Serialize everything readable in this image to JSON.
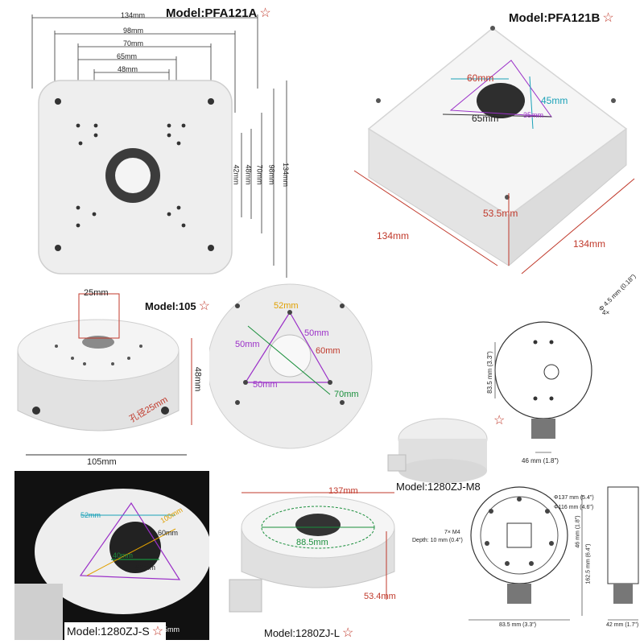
{
  "star": "☆",
  "pfa121a": {
    "model": "Model:PFA121A",
    "dims_h": [
      "134mm",
      "98mm",
      "70mm",
      "65mm",
      "48mm"
    ],
    "dims_v": [
      "42mm",
      "48mm",
      "70mm",
      "98mm",
      "134mm"
    ]
  },
  "pfa121b": {
    "model": "Model:PFA121B",
    "d60": "60mm",
    "d45": "45mm",
    "d65": "65mm",
    "d35": "35mm",
    "height": "53.5mm",
    "width_left": "134mm",
    "width_right": "134mm"
  },
  "m105": {
    "model": "Model:105",
    "hole_top": "25mm",
    "height": "48mm",
    "hole_side": "孔径25mm",
    "diameter": "105mm",
    "d52": "52mm",
    "d50a": "50mm",
    "d50b": "50mm",
    "d60": "60mm",
    "d50c": "50mm",
    "d70": "70mm"
  },
  "m8": {
    "model": "Model:1280ZJ-M8",
    "holes": "4×",
    "hole_dia": "Φ 4.5 mm (0.18\")",
    "spacing_v": "83.5 mm (3.3\")",
    "spacing_h": "46 mm (1.8\")"
  },
  "zjs": {
    "model": "Model:1280ZJ-S",
    "d52": "52mm",
    "d100": "100mm",
    "d60": "60mm",
    "d40": "40mm",
    "d62": "62mm",
    "d45": "45mm"
  },
  "zjl": {
    "model": "Model:1280ZJ-L",
    "dia_outer": "137mm",
    "dia_inner": "88.5mm",
    "height": "53.4mm"
  },
  "drawing": {
    "screws": "7× M4",
    "depth": "Depth: 10 mm (0.4\")",
    "d137": "Φ137 mm (5.4\")",
    "d116": "Φ116 mm (4.6\")",
    "d46": "46 mm (1.8\")",
    "d1625": "162.5 mm (6.4\")",
    "d835": "83.5 mm (3.3\")",
    "d42": "42 mm (1.7\")"
  },
  "colors": {
    "box": "#f2f2f2",
    "red": "#c0392b",
    "cyan": "#1aa1b8",
    "purple": "#9b30c8",
    "green": "#1a8f3c"
  }
}
